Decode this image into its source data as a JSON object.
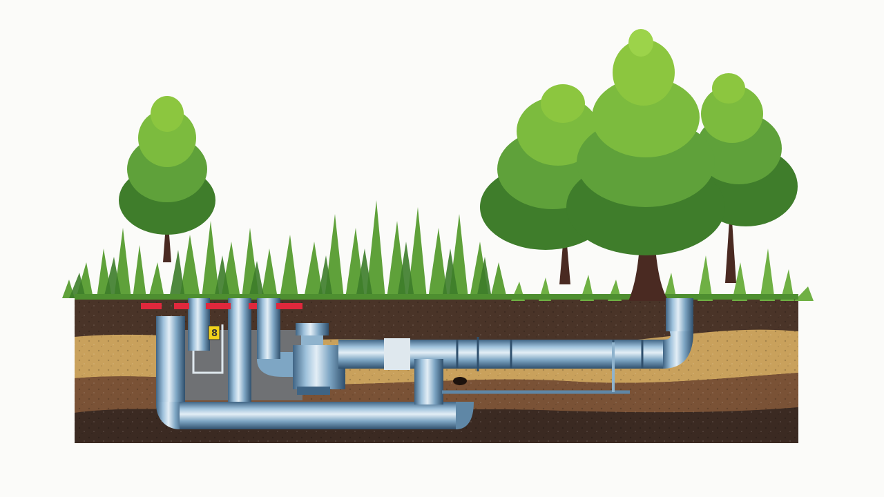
{
  "scene": {
    "colors": {
      "background": "#fbfbf9",
      "topsoil": "#4a3428",
      "sand": "#c9a15c",
      "clay": "#7a5236",
      "bedrock": "#3b2a22",
      "pipe_light": "#c9dcea",
      "pipe_mid": "#7ea6c4",
      "pipe_dark": "#3f6484",
      "red_marker": "#e0283c",
      "warning_label": "#f2d21b",
      "foliage_light": "#8cc63f",
      "foliage_dark": "#3f7d2b",
      "trunk": "#4a2a22"
    },
    "elements": {
      "trees": [
        "small-tree-left",
        "tree-mid-right",
        "tree-large-center",
        "tree-far-right"
      ],
      "pipes": [
        "main-horizontal-pipe",
        "bottom-return-pipe",
        "right-riser-pipe",
        "left-riser-pipes",
        "valve-housing",
        "gauge-line"
      ],
      "markers": [
        "red-ground-markers",
        "warning-tag"
      ]
    },
    "tag_text": "8"
  }
}
